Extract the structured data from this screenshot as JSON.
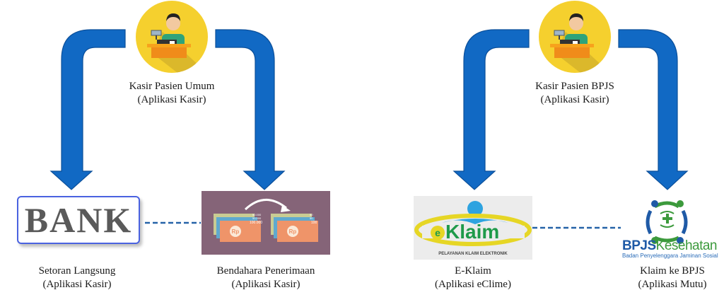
{
  "diagram": {
    "colors": {
      "arrow": "#1169c4",
      "arrow_outline": "#0b4f9a",
      "icon_circle": "#f5d02e",
      "dashed_line": "#2563a8",
      "bank_border": "#4a62e0",
      "money_bg": "#856478",
      "eklaim_bg": "#ececec",
      "bpjs_blue": "#1f5aa6",
      "bpjs_green": "#3c9a3c"
    },
    "groups": [
      {
        "source": {
          "icon": "cashier-icon",
          "title": "Kasir Pasien Umum",
          "subtitle": "(Aplikasi Kasir)"
        },
        "targets": [
          {
            "logo_text": "BANK",
            "title": "Setoran Langsung",
            "subtitle": "(Aplikasi Kasir)"
          },
          {
            "logo_icon": "money-transfer-icon",
            "bills_left": [
              "50.000",
              "50.000",
              "100.000"
            ],
            "bills_right": [
              "50",
              "50",
              "100"
            ],
            "currency": "Rp",
            "title": "Bendahara Penerimaan",
            "subtitle": "(Aplikasi Kasir)"
          }
        ]
      },
      {
        "source": {
          "icon": "cashier-icon",
          "title": "Kasir Pasien BPJS",
          "subtitle": "(Aplikasi Kasir)"
        },
        "targets": [
          {
            "logo_prefix": "e",
            "logo_text": "Klaim",
            "logo_tagline": "PELAYANAN KLAIM ELEKTRONIK",
            "title": "E-Klaim",
            "subtitle": "(Aplikasi eClime)"
          },
          {
            "logo_bpjs": "BPJS",
            "logo_kesehatan": "Kesehatan",
            "logo_tagline": "Badan Penyelenggara Jaminan Sosial",
            "title": "Klaim ke BPJS",
            "subtitle": "(Aplikasi Mutu)"
          }
        ]
      }
    ]
  }
}
